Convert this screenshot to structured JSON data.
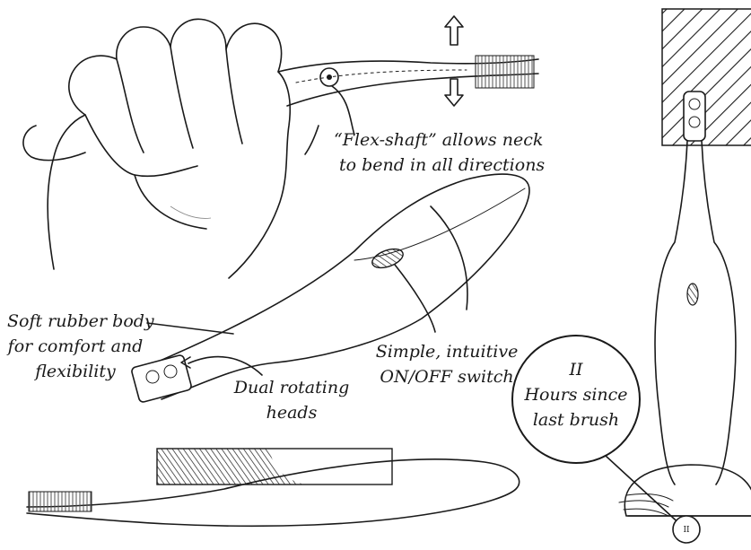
{
  "annotations": {
    "flex_shaft": {
      "line1": "“Flex-shaft” allows neck",
      "line2": "to bend in all directions"
    },
    "soft_body": {
      "line1": "Soft rubber body",
      "line2": "for comfort and",
      "line3": "flexibility"
    },
    "switch": {
      "line1": "Simple, intuitive",
      "line2": "ON/OFF switch"
    },
    "heads": {
      "line1": "Dual rotating",
      "line2": "heads"
    },
    "hours": {
      "value": "II",
      "line1": "Hours since",
      "line2": "last brush"
    }
  },
  "base_display": {
    "value": "II"
  },
  "colors": {
    "ink": "#1a1a1a",
    "paper": "#ffffff"
  }
}
